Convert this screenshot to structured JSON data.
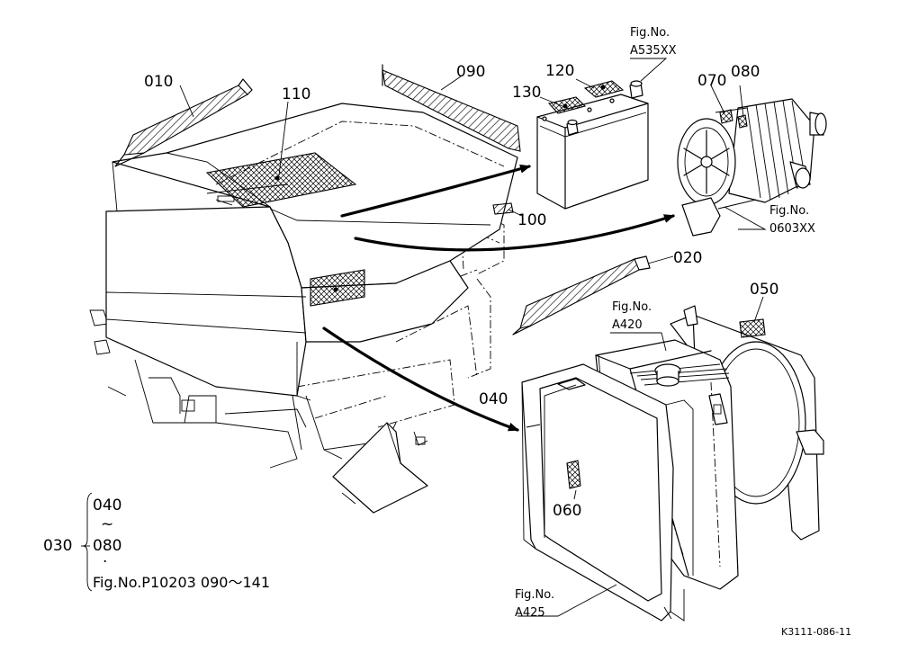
{
  "part_numbers": {
    "p010": "010",
    "p020": "020",
    "p030": "030",
    "p040": "040",
    "p050": "050",
    "p060": "060",
    "p070": "070",
    "p080": "080",
    "p090": "090",
    "p100": "100",
    "p110": "110",
    "p120": "120",
    "p130": "130"
  },
  "fig_refs": {
    "battery_fig": "Fig.No.",
    "battery_code": "A535XX",
    "aircleaner_fig": "Fig.No.",
    "aircleaner_code": "0603XX",
    "radiator_fig": "Fig.No.",
    "radiator_code": "A420",
    "frame_fig": "Fig.No.",
    "frame_code": "A425"
  },
  "legend": {
    "top": "040",
    "tilde": "~",
    "bottom": "080",
    "dot": "·",
    "ref": "Fig.No.P10203  090～141"
  },
  "drawing_code": "K3111-086-11"
}
